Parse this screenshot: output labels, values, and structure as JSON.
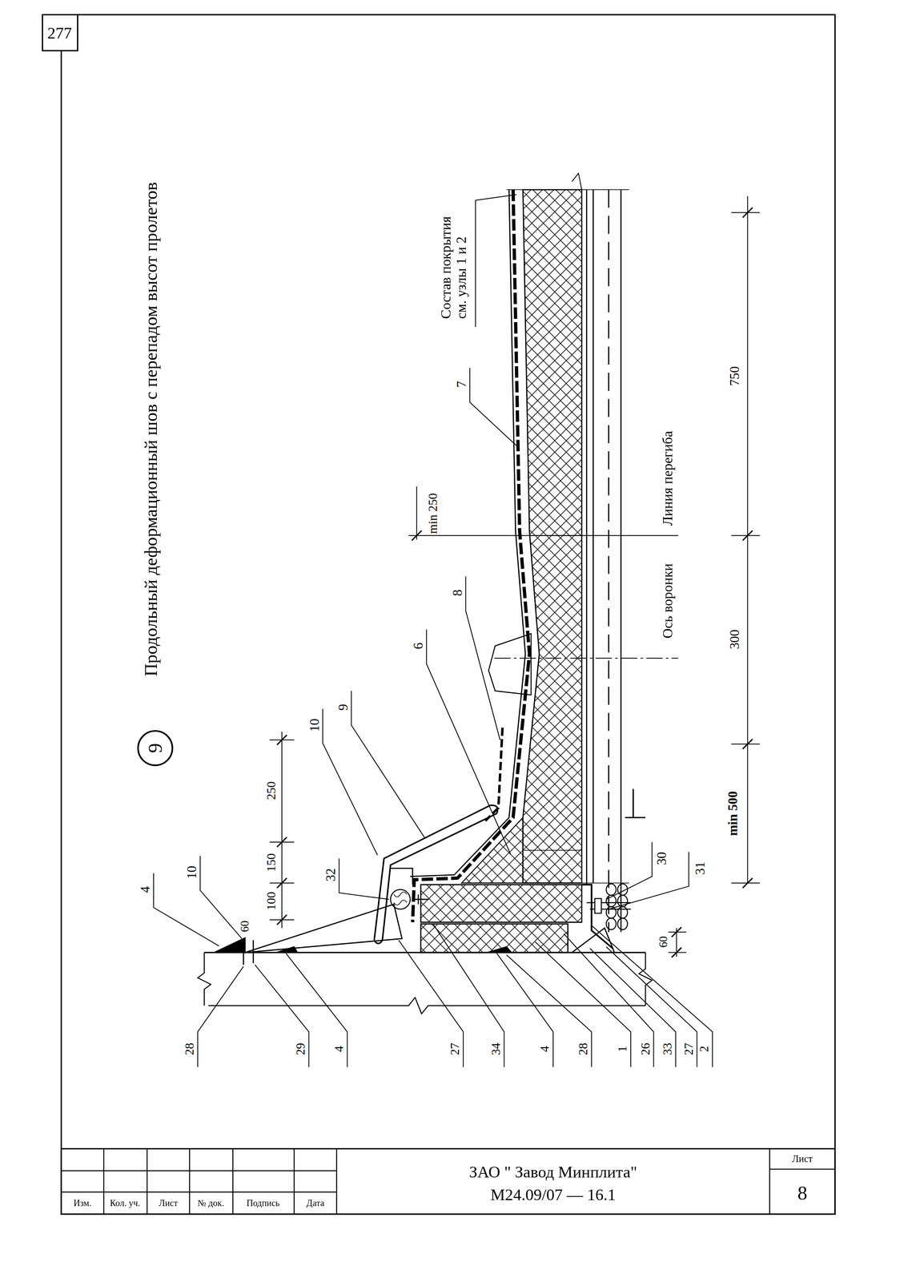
{
  "diagram": {
    "title": "Продольный деформационный шов с перепадом высот пролетов",
    "nodes": [
      {
        "text": [
          "9"
        ]
      }
    ],
    "labels": [
      "277",
      "4",
      "10",
      "60",
      "100",
      "150",
      "250",
      "32",
      "10",
      "9",
      "6",
      "min 250",
      "Состав покрытия см. узлы 1 и 2",
      "8",
      "7",
      "Линия перегиба",
      "Ось воронки",
      "30",
      "31",
      "60",
      "750",
      "300",
      "min 500",
      "28",
      "29",
      "4",
      "27",
      "34",
      "4",
      "28",
      "1",
      "26",
      "33",
      "27",
      "2",
      "Изм.",
      "Кол. уч.",
      "Лист",
      "№ док.",
      "Подпись",
      "Дата",
      "ЗАО \" Завод Минплита\"",
      "М24.09/07 — 16.1",
      "Лист",
      "8"
    ]
  }
}
